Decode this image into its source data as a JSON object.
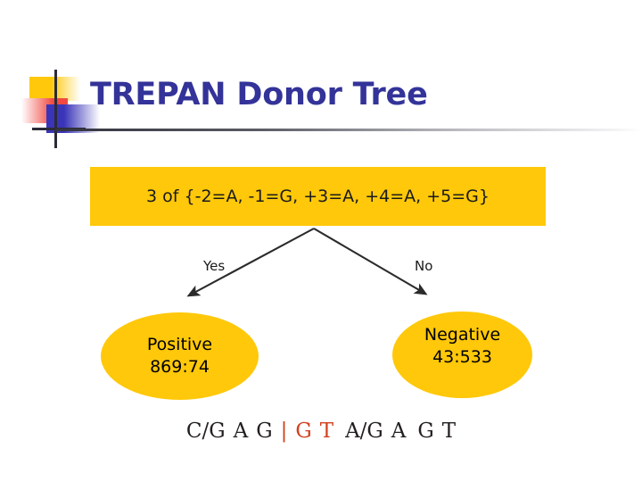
{
  "slide": {
    "title": "TREPAN Donor Tree",
    "background_color": "#ffffff",
    "title_color": "#333399",
    "accent_color": "#FFC80A",
    "highlight_color": "#D2401E"
  },
  "logo": {
    "yellow_color": "#FFC80A",
    "red_color": "#F04A42",
    "blue_color": "#3A35B8",
    "line_color": "#2B2B38"
  },
  "tree": {
    "root": {
      "label": "3 of {-2=A, -1=G, +3=A, +4=A, +5=G}",
      "shape": "rectangle",
      "fill": "#FFC80A"
    },
    "edges": [
      {
        "label": "Yes",
        "direction": "left"
      },
      {
        "label": "No",
        "direction": "right"
      }
    ],
    "leaves": [
      {
        "name": "positive",
        "title": "Positive",
        "counts": "869:74",
        "shape": "ellipse",
        "fill": "#FFC80A"
      },
      {
        "name": "negative",
        "title": "Negative",
        "counts": "43:533",
        "shape": "ellipse",
        "fill": "#FFC80A"
      }
    ]
  },
  "sequence": {
    "full_text": "C/G A G | G T A/G A G T",
    "tokens": [
      {
        "text": "C/G",
        "highlight": false
      },
      {
        "text": "A",
        "highlight": false
      },
      {
        "text": "G",
        "highlight": false
      },
      {
        "text": "|",
        "highlight": true
      },
      {
        "text": "G",
        "highlight": true
      },
      {
        "text": "T",
        "highlight": true
      },
      {
        "text": "A/G",
        "highlight": false
      },
      {
        "text": "A",
        "highlight": false
      },
      {
        "text": "G",
        "highlight": false
      },
      {
        "text": "T",
        "highlight": false
      }
    ]
  }
}
